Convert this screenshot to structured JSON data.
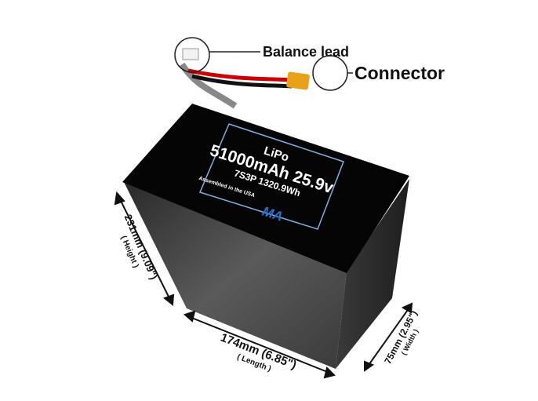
{
  "callouts": {
    "balance_lead": "Balance lead",
    "connector": "Connector"
  },
  "label": {
    "chemistry": "LiPo",
    "capacity_voltage": "51000mAh 25.9v",
    "config": "7S3P 1320.9Wh",
    "assembled": "Assembled in the USA",
    "logo": "MA"
  },
  "dimensions": {
    "height": "231mm (9.09\")",
    "height_label": "( Height )",
    "length": "174mm (6.85\")",
    "length_label": "( Length )",
    "width": "75mm (2.95\")",
    "width_label": "( Width )"
  },
  "colors": {
    "label_border": "#7fb0e0",
    "logo": "#2a6fc9",
    "connector": "#e8a21a"
  }
}
